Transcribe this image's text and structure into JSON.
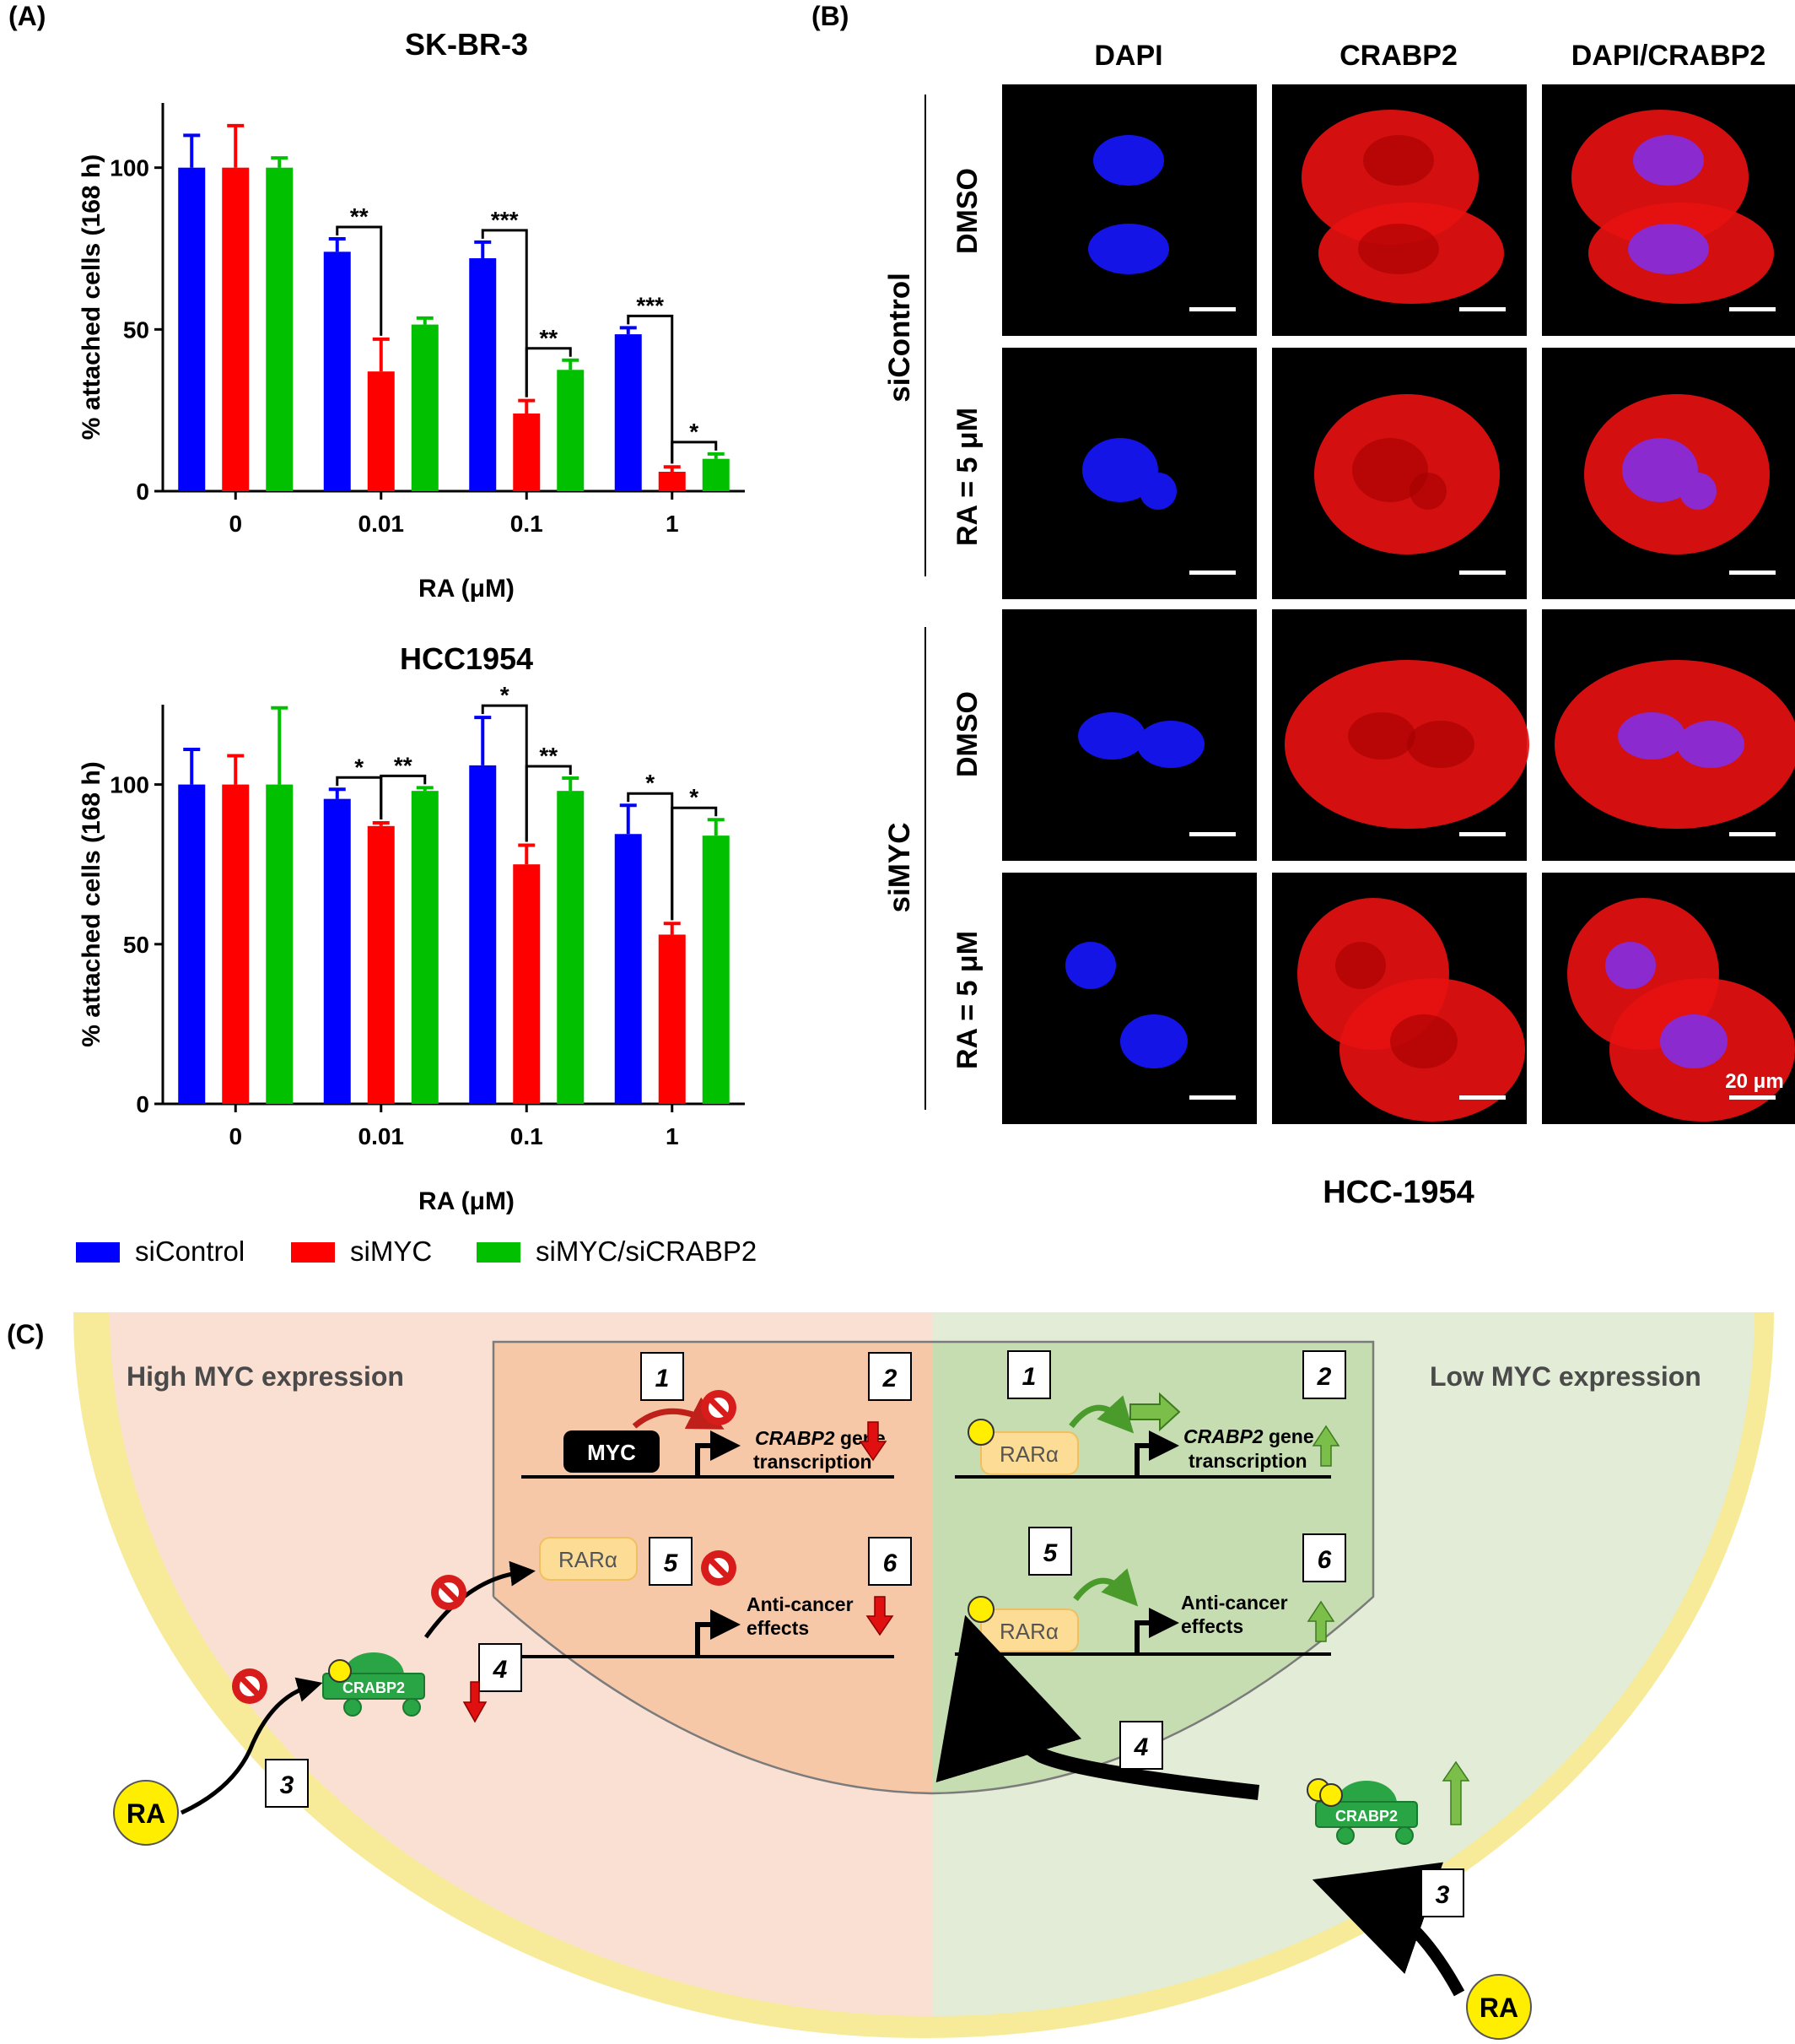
{
  "panels": {
    "a": "(A)",
    "b": "(B)",
    "c": "(C)"
  },
  "colors": {
    "siControl": "#0000ff",
    "siMYC": "#ff0000",
    "siMYC/siCRABP2": "#00c000"
  },
  "chart_data": [
    {
      "type": "bar",
      "title": "SK-BR-3",
      "ylabel": "% attached cells (168 h)",
      "xlabel": "RA (μM)",
      "ylim": [
        0,
        120
      ],
      "yticks": [
        "0",
        "50",
        "100"
      ],
      "categories": [
        "0",
        "0.01",
        "0.1",
        "1"
      ],
      "series": [
        {
          "name": "siControl",
          "values": [
            100,
            74,
            72,
            48.5
          ],
          "errors": [
            10,
            4,
            5,
            2
          ]
        },
        {
          "name": "siMYC",
          "values": [
            100,
            37,
            24,
            6
          ],
          "errors": [
            13,
            10,
            4,
            1.5
          ]
        },
        {
          "name": "siMYC/siCRABP2",
          "values": [
            100,
            51.5,
            37.5,
            10
          ],
          "errors": [
            3,
            2,
            3,
            1.5
          ]
        }
      ],
      "significance": [
        {
          "label": "**",
          "from": [
            1,
            0
          ],
          "to": [
            1,
            1
          ]
        },
        {
          "label": "***",
          "from": [
            2,
            0
          ],
          "to": [
            2,
            1
          ]
        },
        {
          "label": "**",
          "from": [
            2,
            1
          ],
          "to": [
            2,
            2
          ]
        },
        {
          "label": "***",
          "from": [
            3,
            0
          ],
          "to": [
            3,
            1
          ]
        },
        {
          "label": "*",
          "from": [
            3,
            1
          ],
          "to": [
            3,
            2
          ]
        }
      ]
    },
    {
      "type": "bar",
      "title": "HCC1954",
      "ylabel": "% attached cells (168 h)",
      "xlabel": "RA (μM)",
      "ylim": [
        0,
        125
      ],
      "yticks": [
        "0",
        "50",
        "100"
      ],
      "categories": [
        "0",
        "0.01",
        "0.1",
        "1"
      ],
      "series": [
        {
          "name": "siControl",
          "values": [
            100,
            95.5,
            106,
            84.5
          ],
          "errors": [
            11,
            3,
            15,
            9
          ]
        },
        {
          "name": "siMYC",
          "values": [
            100,
            87,
            75,
            53
          ],
          "errors": [
            9,
            1,
            6,
            3.5
          ]
        },
        {
          "name": "siMYC/siCRABP2",
          "values": [
            100,
            98,
            98,
            84
          ],
          "errors": [
            24,
            1,
            4,
            5
          ]
        }
      ],
      "significance": [
        {
          "label": "*",
          "from": [
            1,
            0
          ],
          "to": [
            1,
            1
          ]
        },
        {
          "label": "**",
          "from": [
            1,
            1
          ],
          "to": [
            1,
            2
          ]
        },
        {
          "label": "*",
          "from": [
            2,
            0
          ],
          "to": [
            2,
            1
          ]
        },
        {
          "label": "**",
          "from": [
            2,
            1
          ],
          "to": [
            2,
            2
          ]
        },
        {
          "label": "*",
          "from": [
            3,
            0
          ],
          "to": [
            3,
            1
          ]
        },
        {
          "label": "*",
          "from": [
            3,
            1
          ],
          "to": [
            3,
            2
          ]
        }
      ]
    }
  ],
  "legend": [
    {
      "label": "siControl",
      "color": "#0000ff"
    },
    {
      "label": "siMYC",
      "color": "#ff0000"
    },
    {
      "label": "siMYC/siCRABP2",
      "color": "#00c000"
    }
  ],
  "microscopy": {
    "columns": [
      "DAPI",
      "CRABP2",
      "DAPI/CRABP2"
    ],
    "groups": [
      "siControl",
      "siMYC"
    ],
    "rows": [
      "DMSO",
      "RA = 5 μM",
      "DMSO",
      "RA = 5 μM"
    ],
    "scale_label": "20 μm",
    "caption": "HCC-1954"
  },
  "diagram": {
    "left_title": "High MYC expression",
    "right_title": "Low MYC expression",
    "myc": "MYC",
    "rar": "RARα",
    "crabp2": "CRABP2",
    "ra": "RA",
    "gene_italic": "CRABP2",
    "gene_rest": " gene",
    "transcription": "transcription",
    "anti1": "Anti-cancer",
    "anti2": "effects",
    "steps": [
      "1",
      "2",
      "3",
      "4",
      "5",
      "6"
    ]
  }
}
